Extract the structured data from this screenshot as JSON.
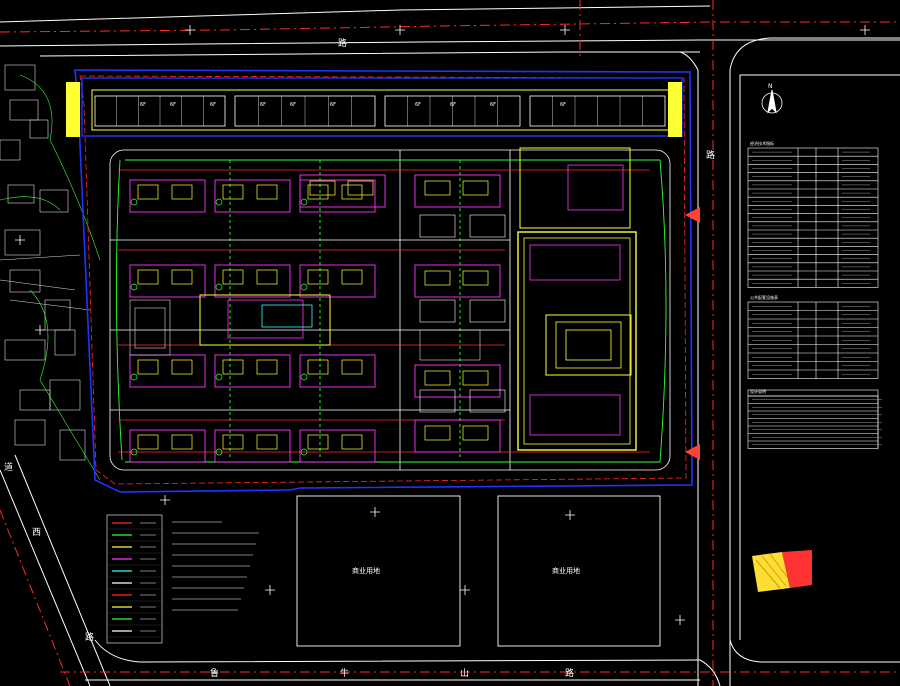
{
  "drawing": {
    "north_road_chars": [
      "路"
    ],
    "east_road_chars": [
      "路"
    ],
    "south_road_chars": [
      "鲁",
      "牛",
      "山",
      "路"
    ],
    "west_road_chars": [
      "道",
      "西",
      "路"
    ],
    "north_arrow_label": "N",
    "lot_labels": [
      "商业用地",
      "商业用地"
    ],
    "building_labels": [
      "6F",
      "6F",
      "6F",
      "6F",
      "6F",
      "6F",
      "6F",
      "6F",
      "6F",
      "6F"
    ],
    "table_1_title": "经济技术指标",
    "table_2_title": "公共配套设施表",
    "table_3_title": "设计说明"
  },
  "colors": {
    "background": "#000000",
    "road_line": "#ffffff",
    "center_line": "#ff2a2a",
    "boundary_blue": "#2233ff",
    "building_yellow": "#ffff33",
    "building_magenta": "#ff33ff",
    "pipe_green": "#33ff33",
    "text_white": "#ffffff",
    "cyan": "#33ffff",
    "arrow_red": "#ff4433"
  }
}
